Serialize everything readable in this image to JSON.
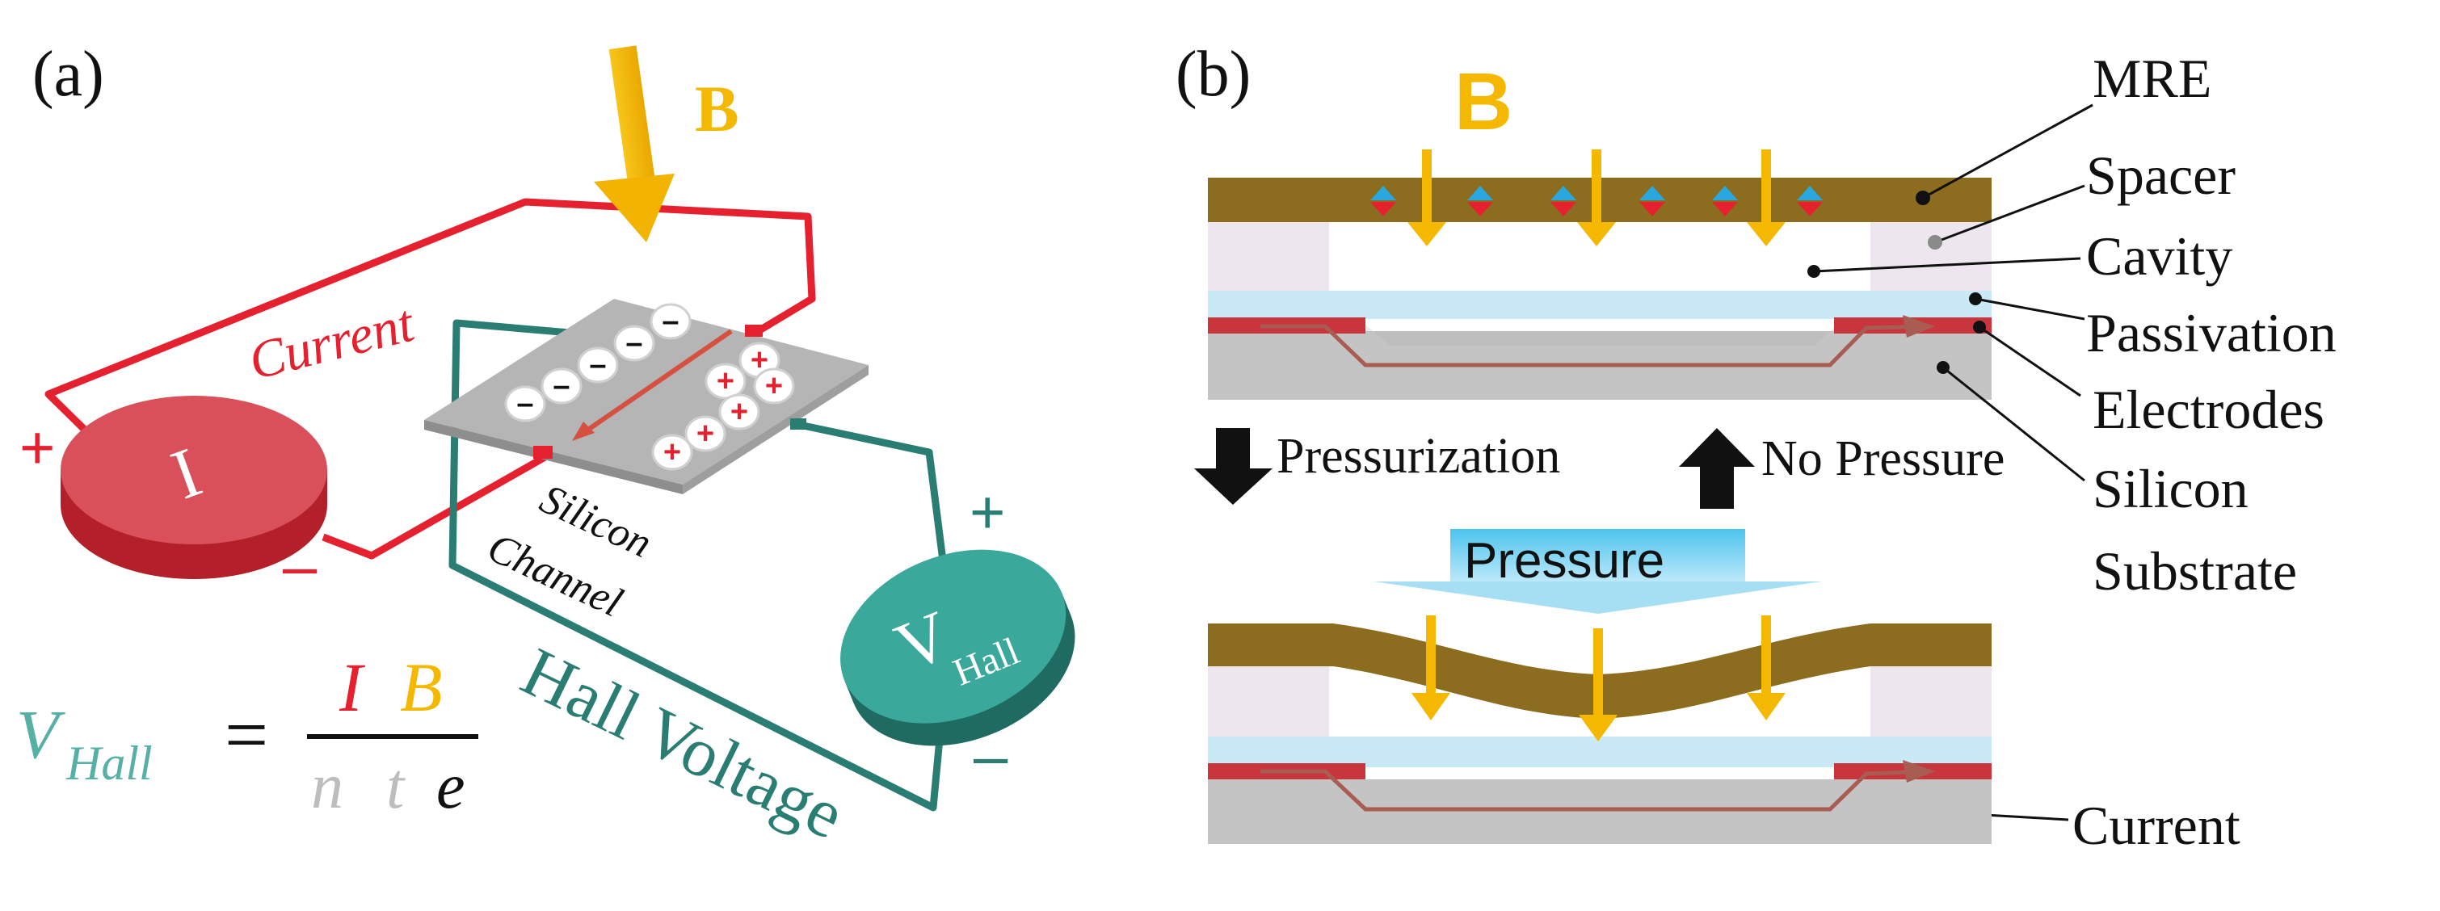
{
  "panel_a": {
    "label": "(a)",
    "field_label": "B",
    "current_label": "Current",
    "current_source_symbol": "I",
    "plus_left": "+",
    "minus_left": "–",
    "channel_label_line1": "Silicon",
    "channel_label_line2": "Channel",
    "voltmeter_symbol": "V",
    "voltmeter_subscript": "Hall",
    "plus_right": "+",
    "minus_right": "–",
    "hall_voltage_label": "Hall Voltage",
    "equation": {
      "lhs_main": "V",
      "lhs_sub": "Hall",
      "equals": "=",
      "num_i": "I",
      "num_b": "B",
      "den_n": "n",
      "den_t": "t",
      "den_e": "e"
    },
    "neg_charge_symbol": "–",
    "pos_charge_symbol": "+"
  },
  "panel_b": {
    "label": "(b)",
    "field_label": "B",
    "legend": {
      "mre": "MRE",
      "spacer": "Spacer",
      "cavity": "Cavity",
      "passivation": "Passivation",
      "electrodes": "Electrodes",
      "silicon": "Silicon",
      "substrate": "Substrate"
    },
    "pressurization_label": "Pressurization",
    "no_pressure_label": "No Pressure",
    "pressure_label": "Pressure",
    "current_label": "Current"
  },
  "colors": {
    "current_red": "#e5202f",
    "hall_teal": "#2a7d73",
    "field_gold": "#f5b800",
    "mre_brown": "#8c6d1f",
    "electrode_red": "#c8353c",
    "passivation_blue": "#c9e9f6",
    "substrate_gray": "#c4c4c4",
    "spacer_lilac": "#eee6ee",
    "pressure_blue": "#7fd0ef"
  }
}
